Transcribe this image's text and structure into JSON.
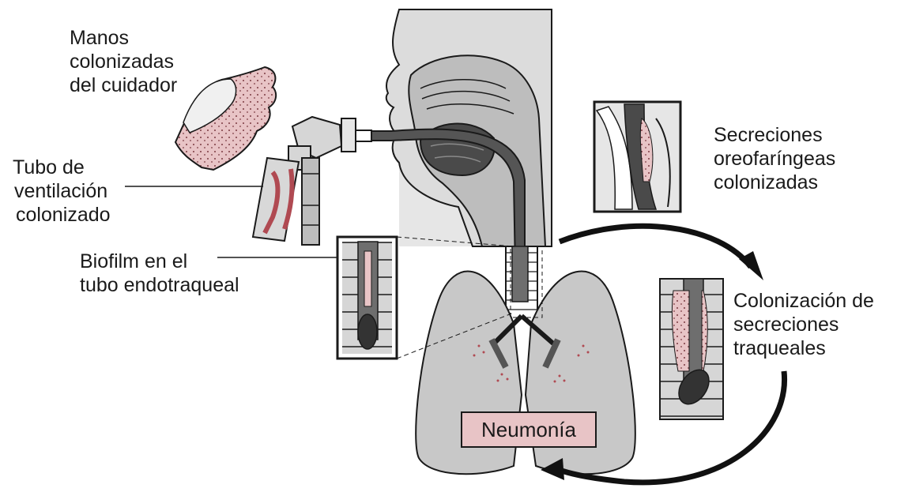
{
  "labels": {
    "hands": [
      "Manos",
      "colonizadas",
      "del cuidador"
    ],
    "ventilation_tube": [
      "Tubo de",
      "ventilación",
      "colonizado"
    ],
    "biofilm": [
      "Biofilm en el",
      "tubo endotraqueal"
    ],
    "oropharyngeal": [
      "Secreciones",
      "oreofaríngeas",
      "colonizadas"
    ],
    "tracheal": [
      "Colonización de",
      "secreciones",
      "traqueales"
    ],
    "pneumonia": "Neumonía"
  },
  "colors": {
    "outline": "#1a1a1a",
    "tissue_gray": "#c8c8c8",
    "airway_dark": "#6e6e6e",
    "contamination_pink": "#e8c4c6",
    "background_head": "#e6e6e6"
  },
  "icons": [
    "hand-icon",
    "ventilation-tube-icon",
    "head-profile-icon",
    "lungs-icon",
    "trachea-inset-icon",
    "cycle-arrow-icon"
  ]
}
